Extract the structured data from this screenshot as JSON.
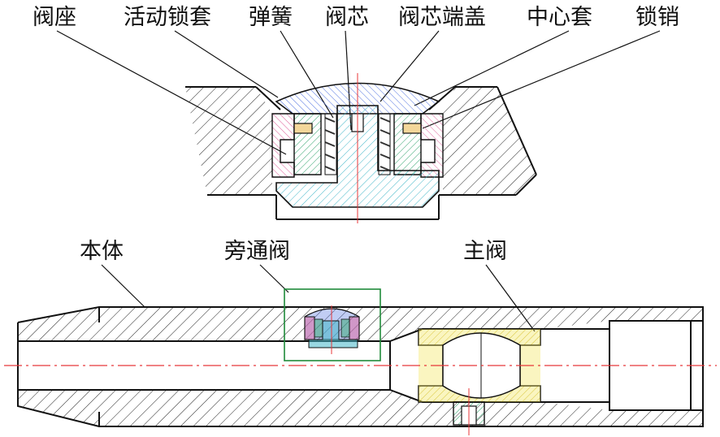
{
  "labels": {
    "valve_seat": "阀座",
    "movable_lock_sleeve": "活动锁套",
    "spring": "弹簧",
    "valve_core": "阀芯",
    "valve_core_end_cap": "阀芯端盖",
    "center_sleeve": "中心套",
    "lock_pin": "锁销",
    "body": "本体",
    "bypass_valve": "旁通阀",
    "main_valve": "主阀"
  },
  "colors": {
    "outline": "#111111",
    "hatch": "#222222",
    "centerline": "#e8373a",
    "highlight_box": "#1f8a3a",
    "valve_seat": "#e0619b",
    "movable_lock_sleeve": "#2fa36b",
    "spring": "#333333",
    "valve_core": "#43b7c9",
    "valve_core_end_cap": "#4d6fe0",
    "center_sleeve": "#2fa36b",
    "lock_pin": "#d9a441",
    "main_valve": "#f1e34a",
    "bottom_port": "#2fa36b"
  }
}
